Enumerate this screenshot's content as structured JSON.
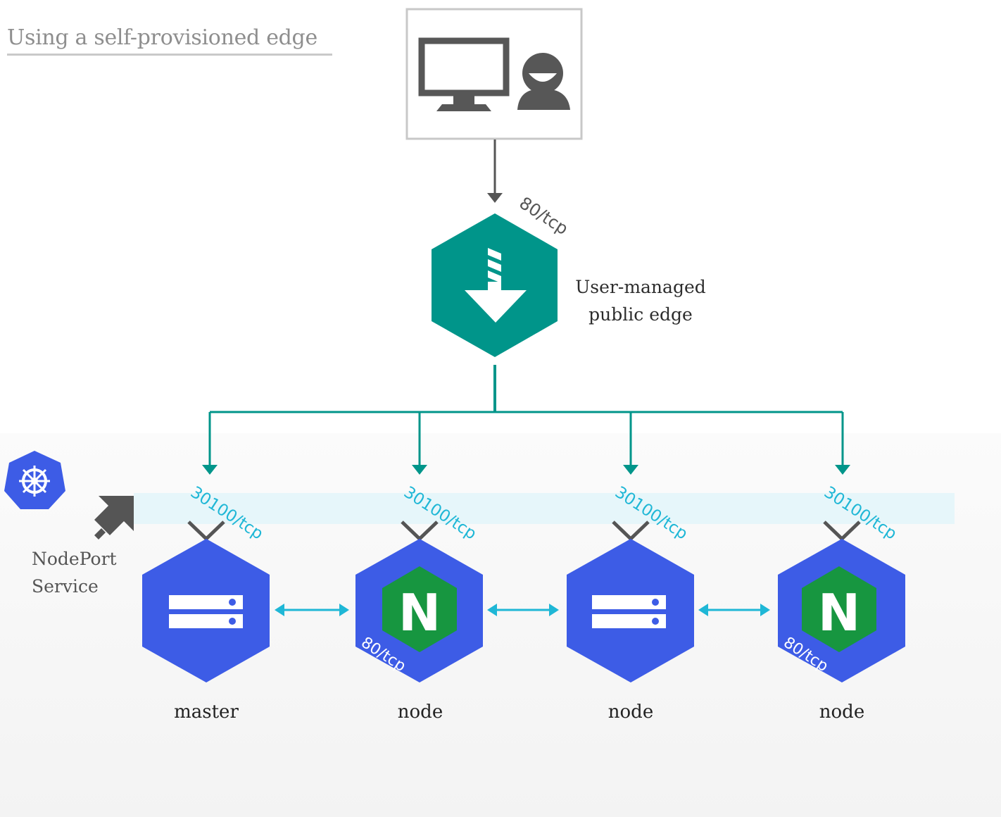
{
  "title": "Using a self-provisioned edge",
  "edge": {
    "port": "80/tcp",
    "label_line1": "User-managed",
    "label_line2": "public edge",
    "icon": "router-download-icon"
  },
  "service": {
    "label_line1": "NodePort",
    "label_line2": "Service",
    "icons": [
      "kubernetes-logo-icon",
      "nodeport-arrow-icon"
    ]
  },
  "client_icons": [
    "monitor-icon",
    "user-icon"
  ],
  "nodes": [
    {
      "name": "master",
      "port": "30100/tcp",
      "pod_port": null,
      "icon": "server-icon"
    },
    {
      "name": "node",
      "port": "30100/tcp",
      "pod_port": "80/tcp",
      "icon": "nginx-icon"
    },
    {
      "name": "node",
      "port": "30100/tcp",
      "pod_port": null,
      "icon": "server-icon"
    },
    {
      "name": "node",
      "port": "30100/tcp",
      "pod_port": "80/tcp",
      "icon": "nginx-icon"
    }
  ],
  "nginx_letter": "N",
  "colors": {
    "teal": "#00958a",
    "blue": "#3d5ce6",
    "cyan": "#1fb7d6",
    "nginx_green": "#179640",
    "gray_arrow": "#555555"
  }
}
